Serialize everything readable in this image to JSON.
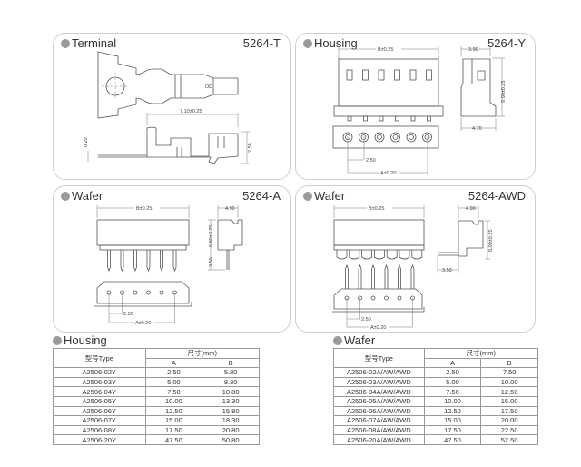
{
  "panels": {
    "terminal": {
      "title": "Terminal",
      "code": "5264-T",
      "dims": {
        "length": "7.10±0.25",
        "thickness": "0.20",
        "height": "2.56",
        "od": "OD"
      }
    },
    "housing": {
      "title": "Housing",
      "code": "5264-Y",
      "dims": {
        "b": "B±0.25",
        "a": "A±0.20",
        "pitch": "2.50",
        "depth_top": "3.90",
        "height": "9.00±0.25",
        "depth_bottom": "4.70"
      }
    },
    "wafer_a": {
      "title": "Wafer",
      "code": "5264-A",
      "dims": {
        "b": "B±0.25",
        "a": "A±0.20",
        "pitch": "2.50",
        "depth": "4.90",
        "height": "6.80±0.25",
        "pin": "3.50"
      }
    },
    "wafer_awd": {
      "title": "Wafer",
      "code": "5264-AWD",
      "dims": {
        "b": "B±0.25",
        "a": "A±0.20",
        "pitch": "2.50",
        "depth": "4.90",
        "height": "8.00±0.25",
        "pin": "3.50"
      }
    }
  },
  "tables": {
    "housing": {
      "title": "Housing",
      "type_header": "型号Type",
      "size_header": "尺寸(mm)",
      "col_a": "A",
      "col_b": "B",
      "rows": [
        [
          "A2506-02Y",
          "2.50",
          "5.80"
        ],
        [
          "A2506-03Y",
          "5.00",
          "8.30"
        ],
        [
          "A2506-04Y",
          "7.50",
          "10.80"
        ],
        [
          "A2506-05Y",
          "10.00",
          "13.30"
        ],
        [
          "A2506-06Y",
          "12.50",
          "15.80"
        ],
        [
          "A2506-07Y",
          "15.00",
          "18.30"
        ],
        [
          "A2506-08Y",
          "17.50",
          "20.80"
        ],
        [
          "A2506-20Y",
          "47.50",
          "50.80"
        ]
      ]
    },
    "wafer": {
      "title": "Wafer",
      "type_header": "型号Type",
      "size_header": "尺寸(mm)",
      "col_a": "A",
      "col_b": "B",
      "rows": [
        [
          "A2506-02A/AW/AWD",
          "2.50",
          "7.50"
        ],
        [
          "A2506-03A/AW/AWD",
          "5.00",
          "10.00"
        ],
        [
          "A2506-04A/AW/AWD",
          "7.50",
          "12.50"
        ],
        [
          "A2506-05A/AW/AWD",
          "10.00",
          "15.00"
        ],
        [
          "A2506-06A/AW/AWD",
          "12.50",
          "17.50"
        ],
        [
          "A2506-07A/AW/AWD",
          "15.00",
          "20.00"
        ],
        [
          "A2506-08A/AW/AWD",
          "17.50",
          "22.50"
        ],
        [
          "A2506-20A/AW/AWD",
          "47.50",
          "52.50"
        ]
      ]
    }
  }
}
